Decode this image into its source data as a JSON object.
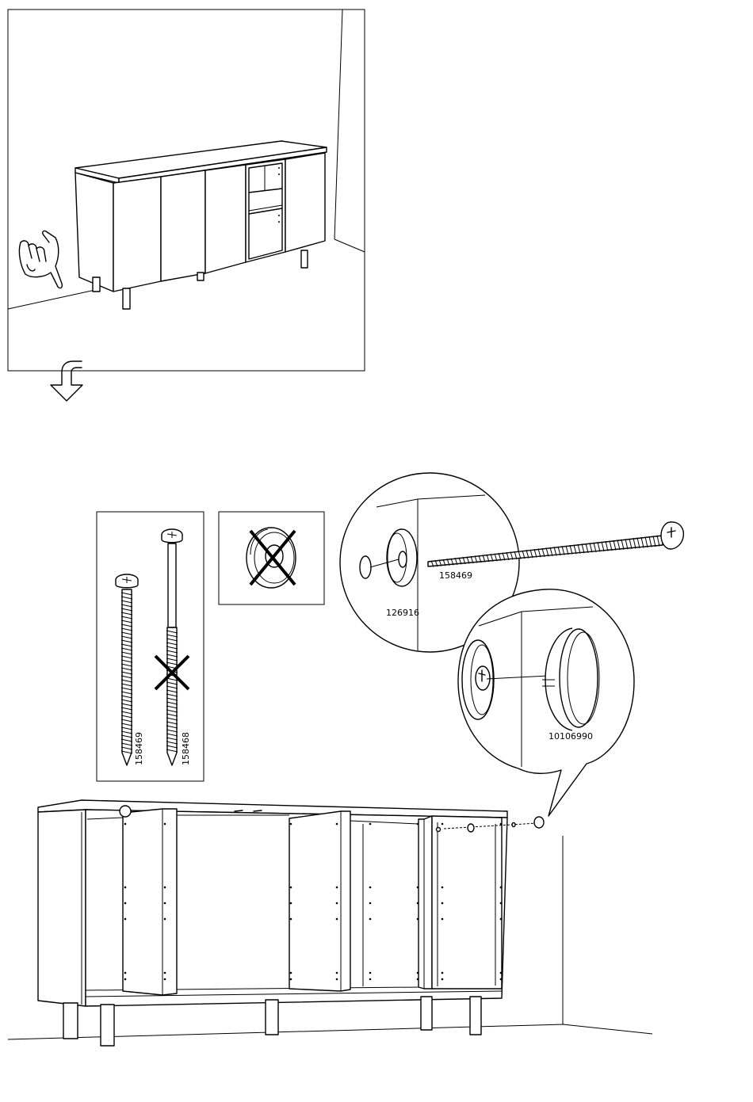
{
  "parts": {
    "screw_long_id": "158469",
    "screw_partial_id": "158468",
    "washer_id": "126916",
    "cap_id": "10106990",
    "callout_screw_id": "158469"
  },
  "icons": {
    "step1_hint": "hand-pointing-icon",
    "next_step": "arrow-down-icon",
    "forbidden": "cross-out-icon"
  }
}
